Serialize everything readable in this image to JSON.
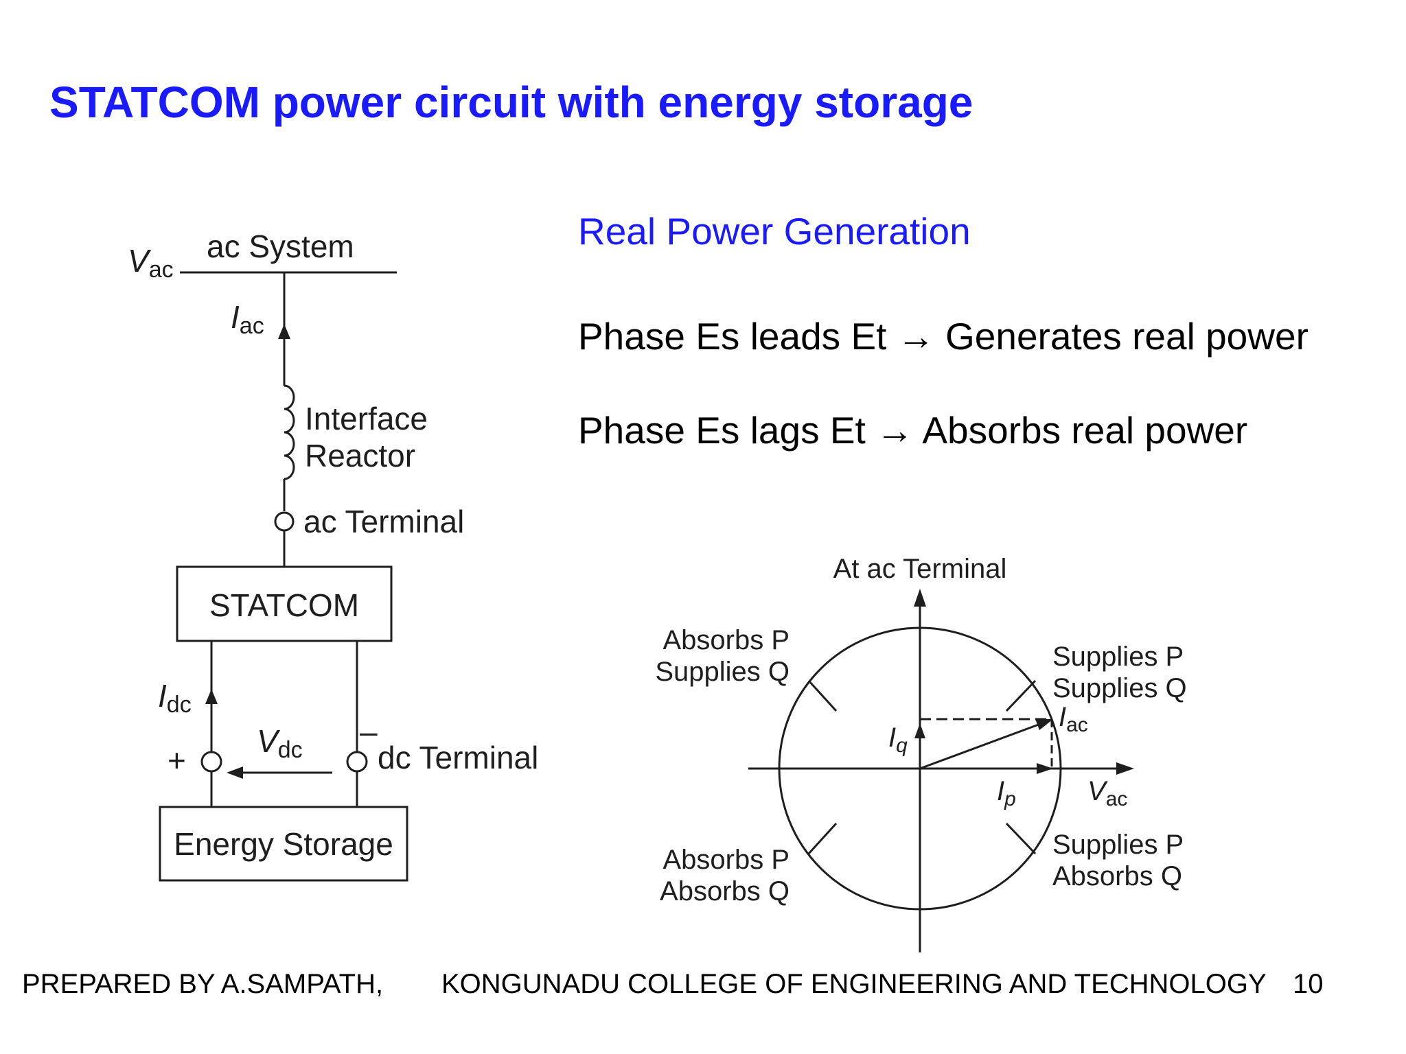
{
  "slide": {
    "title": "STATCOM power circuit with energy storage"
  },
  "circuit": {
    "v_ac_symbol": "V",
    "v_ac_sub": "ac",
    "ac_system_label": "ac System",
    "i_ac_symbol": "I",
    "i_ac_sub": "ac",
    "reactor_line1": "Interface",
    "reactor_line2": "Reactor",
    "ac_terminal_label": "ac Terminal",
    "statcom_label": "STATCOM",
    "i_dc_symbol": "I",
    "i_dc_sub": "dc",
    "plus_sign": "+",
    "minus_sign": "–",
    "v_dc_symbol": "V",
    "v_dc_sub": "dc",
    "dc_terminal_label": "dc Terminal",
    "energy_storage_label": "Energy Storage"
  },
  "real_power": {
    "heading": "Real Power Generation",
    "line1": "Phase Es leads Et → Generates real power",
    "line2": "Phase Es lags Et → Absorbs real power"
  },
  "phasor": {
    "title": "At ac Terminal",
    "q2_line1": "Absorbs P",
    "q2_line2": "Supplies Q",
    "q1_line1": "Supplies P",
    "q1_line2": "Supplies Q",
    "q3_line1": "Absorbs P",
    "q3_line2": "Absorbs Q",
    "q4_line1": "Supplies P",
    "q4_line2": "Absorbs Q",
    "i_ac_symbol": "I",
    "i_ac_sub": "ac",
    "i_q_symbol": "I",
    "i_q_sub": "q",
    "i_p_symbol": "I",
    "i_p_sub": "p",
    "v_ac_symbol": "V",
    "v_ac_sub": "ac"
  },
  "footer": {
    "prepared_by": "PREPARED BY A.SAMPATH,",
    "college": "KONGUNADU COLLEGE OF ENGINEERING AND TECHNOLOGY",
    "page_number": "10"
  }
}
